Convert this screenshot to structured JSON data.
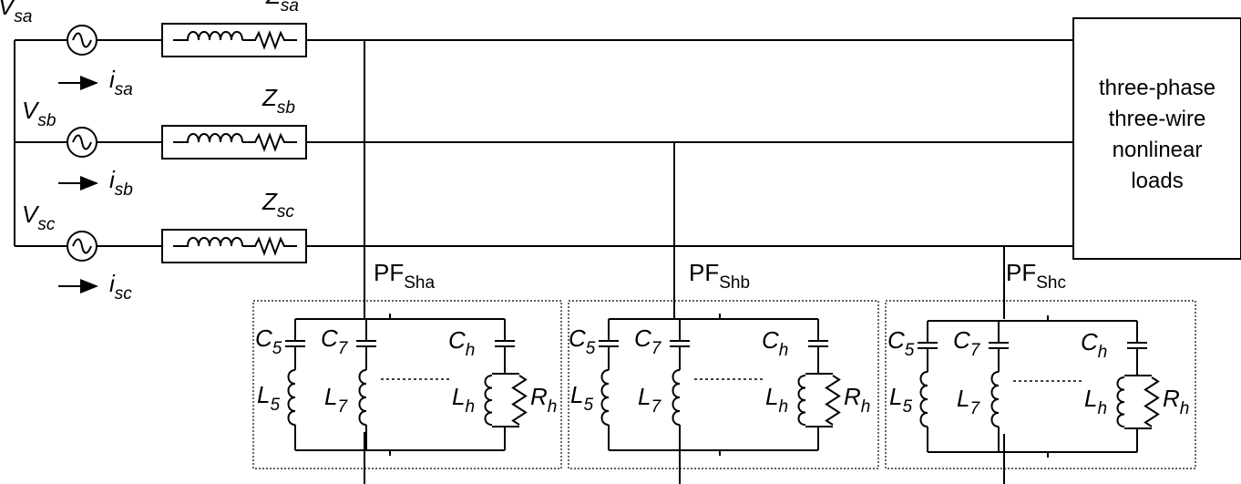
{
  "sources": [
    {
      "v_main": "V",
      "v_sub": "sa",
      "i_main": "i",
      "i_sub": "sa",
      "z_main": "Z",
      "z_sub": "sa"
    },
    {
      "v_main": "V",
      "v_sub": "sb",
      "i_main": "i",
      "i_sub": "sb",
      "z_main": "Z",
      "z_sub": "sb"
    },
    {
      "v_main": "V",
      "v_sub": "sc",
      "i_main": "i",
      "i_sub": "sc",
      "z_main": "Z",
      "z_sub": "sc"
    }
  ],
  "load_box": {
    "lines": [
      "three-phase",
      "three-wire",
      "nonlinear",
      "loads"
    ]
  },
  "filters": [
    {
      "pf_main": "PF",
      "pf_sub": "Sha"
    },
    {
      "pf_main": "PF",
      "pf_sub": "Shb"
    },
    {
      "pf_main": "PF",
      "pf_sub": "Shc"
    }
  ],
  "filter_labels": {
    "c5_main": "C",
    "c5_sub": "5",
    "c7_main": "C",
    "c7_sub": "7",
    "ch_main": "C",
    "ch_sub": "h",
    "l5_main": "L",
    "l5_sub": "5",
    "l7_main": "L",
    "l7_sub": "7",
    "lh_main": "L",
    "lh_sub": "h",
    "rh_main": "R",
    "rh_sub": "h"
  }
}
